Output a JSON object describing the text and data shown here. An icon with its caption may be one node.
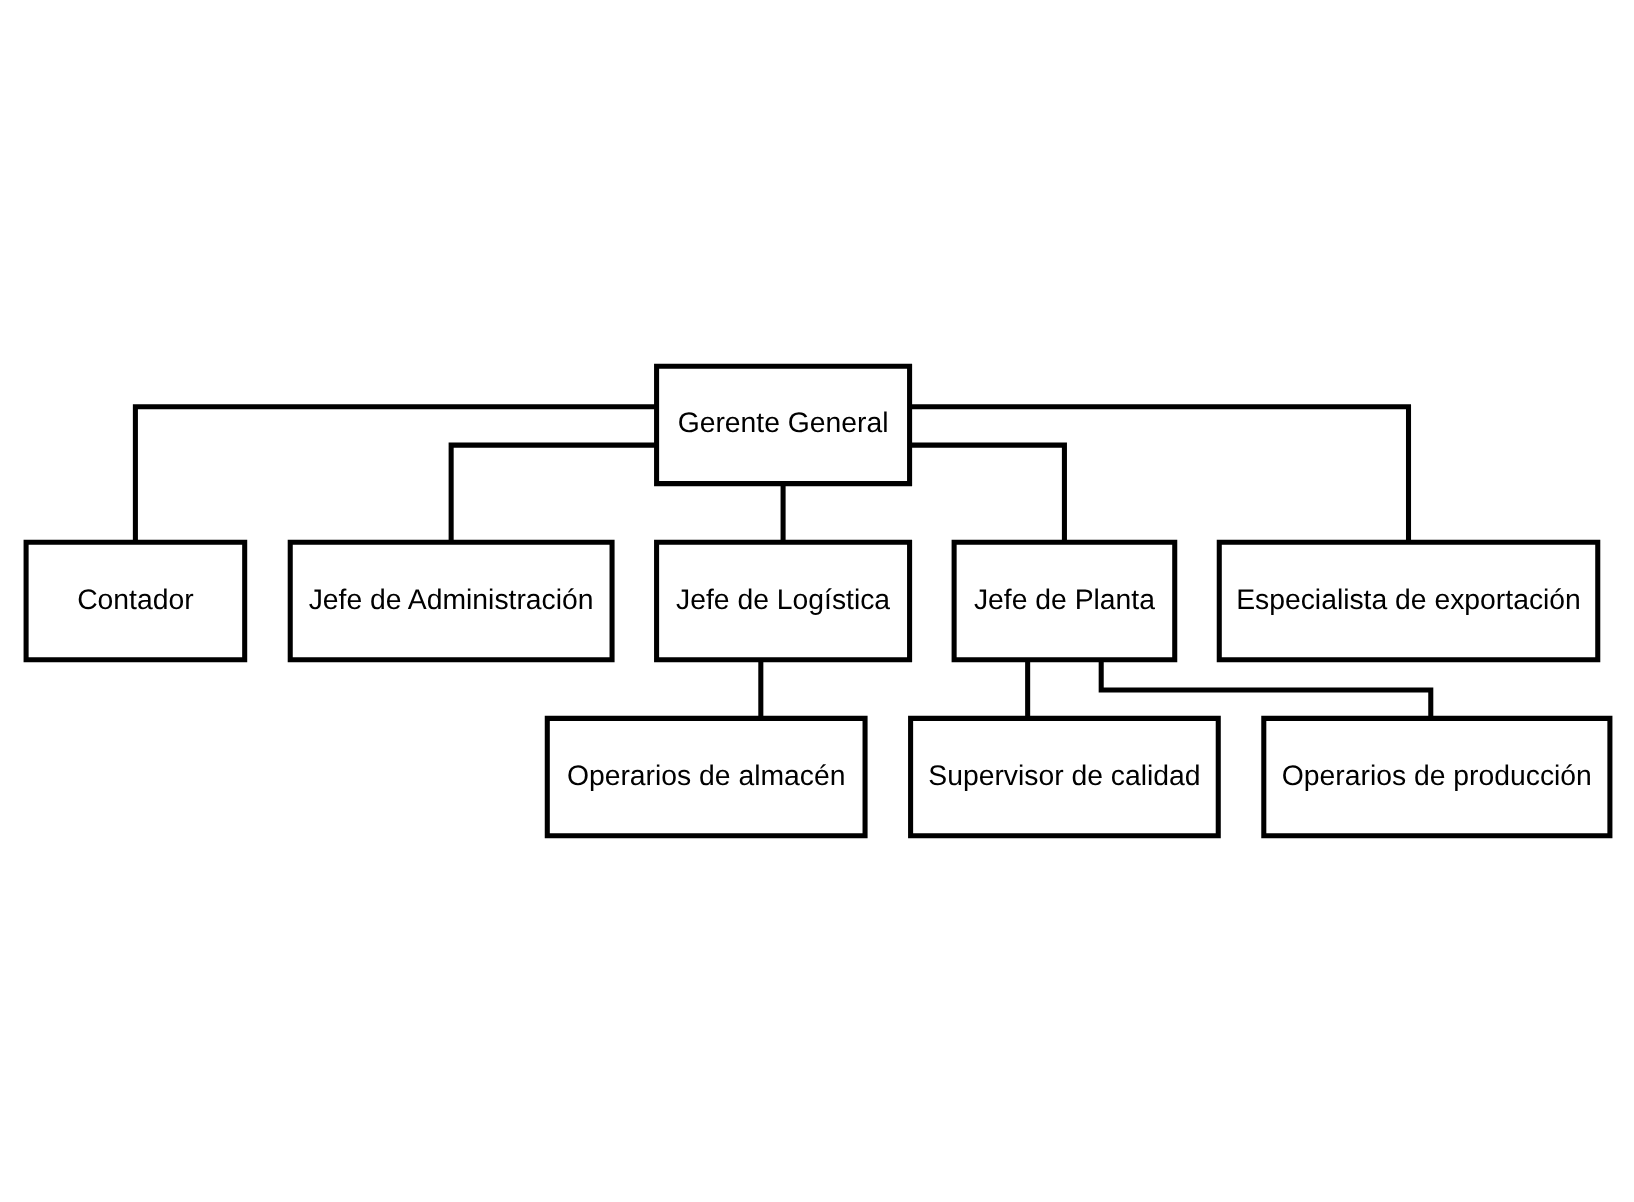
{
  "diagram": {
    "nodes": [
      {
        "text": [
          "Gerente General"
        ]
      },
      {
        "text": [
          "Contador"
        ]
      },
      {
        "text": [
          "Jefe de Administración"
        ]
      },
      {
        "text": [
          "Jefe de Logística"
        ]
      },
      {
        "text": [
          "Jefe de Planta"
        ]
      },
      {
        "text": [
          "Especialista de exportación"
        ]
      },
      {
        "text": [
          "Operarios de almacén"
        ]
      },
      {
        "text": [
          "Supervisor de calidad"
        ]
      },
      {
        "text": [
          "Operarios de producción"
        ]
      }
    ],
    "edges": [
      {
        "from": 0,
        "to": 1,
        "arrow": "none"
      },
      {
        "from": 0,
        "to": 2,
        "arrow": "none"
      },
      {
        "from": 0,
        "to": 3,
        "arrow": "none"
      },
      {
        "from": 0,
        "to": 4,
        "arrow": "none"
      },
      {
        "from": 0,
        "to": 5,
        "arrow": "none"
      },
      {
        "from": 3,
        "to": 6,
        "arrow": "none"
      },
      {
        "from": 4,
        "to": 7,
        "arrow": "none"
      },
      {
        "from": 4,
        "to": 8,
        "arrow": "none"
      }
    ]
  }
}
